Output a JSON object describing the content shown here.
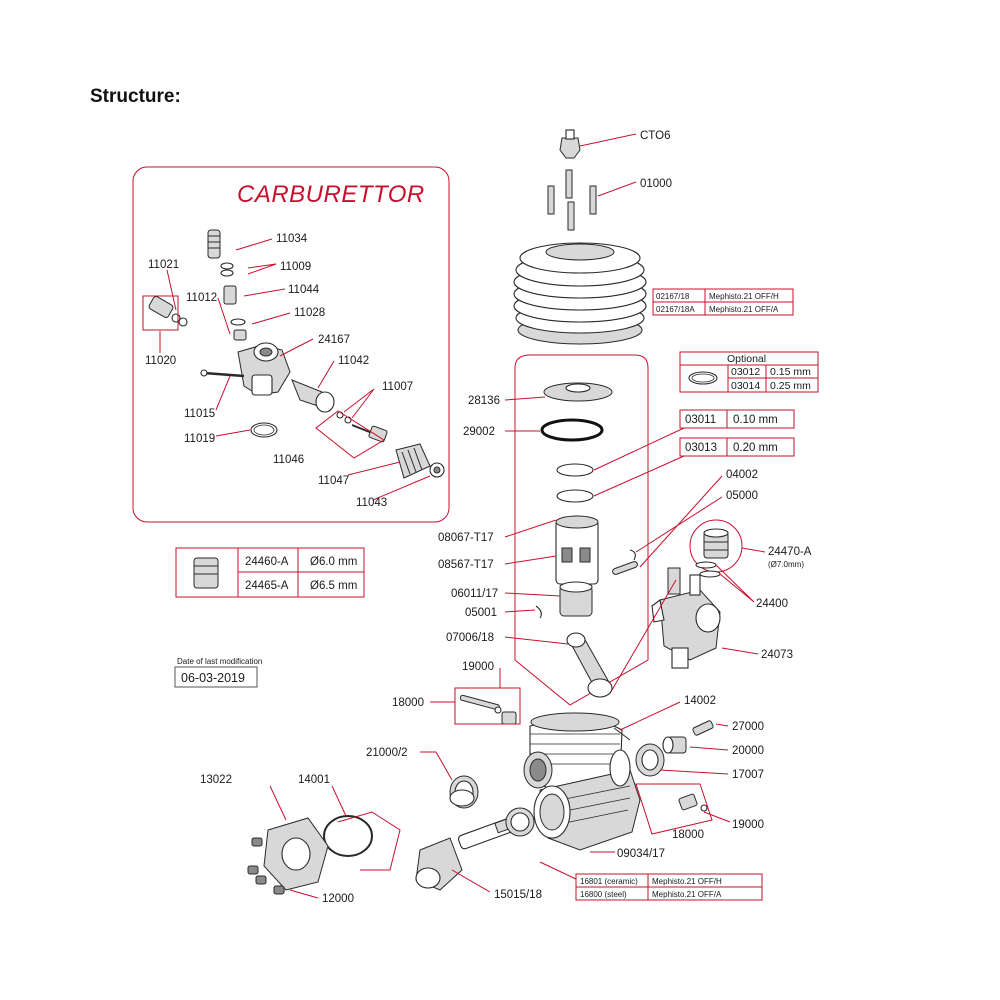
{
  "heading": "Structure:",
  "carburettor": {
    "title": "CARBURETTOR",
    "parts": [
      "11034",
      "11009",
      "11044",
      "11028",
      "24167",
      "11042",
      "11007",
      "11046",
      "11047",
      "11043",
      "11021",
      "11012",
      "11020",
      "11015",
      "11019"
    ]
  },
  "parts": {
    "cto6": "CTO6",
    "p01000": "01000",
    "p28136": "28136",
    "p29002": "29002",
    "p08067": "08067-T17",
    "p08567": "08567-T17",
    "p06011": "06011/17",
    "p05001": "05001",
    "p07006": "07006/18",
    "p19000a": "19000",
    "p18000a": "18000",
    "p21000": "21000/2",
    "p13022": "13022",
    "p14001": "14001",
    "p12000": "12000",
    "p15015": "15015/18",
    "p09034": "09034/17",
    "p14002": "14002",
    "p27000": "27000",
    "p20000": "20000",
    "p17007": "17007",
    "p18000b": "18000",
    "p19000b": "19000",
    "p04002": "04002",
    "p05000": "05000",
    "p24470": "24470-A",
    "p24470_sub": "(Ø7.0mm)",
    "p24400": "24400",
    "p24073": "24073"
  },
  "head_table": {
    "rows": [
      {
        "code": "02167/18",
        "model": "Mephisto.21 OFF/H"
      },
      {
        "code": "02167/18A",
        "model": "Mephisto.21 OFF/A"
      }
    ]
  },
  "optional": {
    "title": "Optional",
    "rows": [
      {
        "code": "03012",
        "value": "0.15  mm"
      },
      {
        "code": "03014",
        "value": "0.25 mm"
      }
    ]
  },
  "shims": [
    {
      "code": "03011",
      "value": "0.10  mm"
    },
    {
      "code": "03013",
      "value": "0.20  mm"
    }
  ],
  "insert_table": {
    "rows": [
      {
        "code": "24460-A",
        "value": "Ø6.0 mm"
      },
      {
        "code": "24465-A",
        "value": "Ø6.5 mm"
      }
    ]
  },
  "modification": {
    "label": "Date of last modification",
    "date": "06-03-2019"
  },
  "crank_table": {
    "rows": [
      {
        "code": "16801 (ceramic)",
        "model": "Mephisto.21 OFF/H"
      },
      {
        "code": "16800 (steel)",
        "model": "Mephisto.21 OFF/A"
      }
    ]
  }
}
